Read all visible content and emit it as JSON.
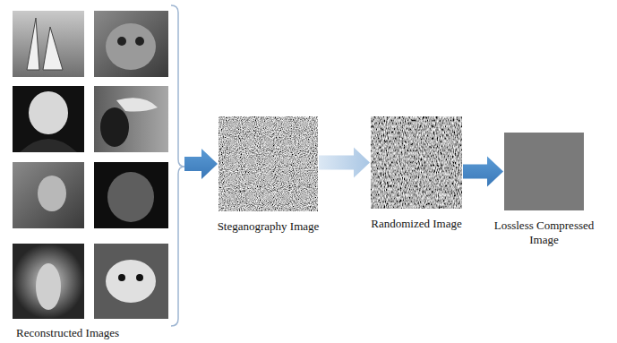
{
  "diagram": {
    "nodes": [
      {
        "text": [
          "Reconstructed Images"
        ]
      },
      {
        "text": [
          "Steganography Image"
        ]
      },
      {
        "text": [
          "Randomized Image"
        ]
      },
      {
        "text": [
          "Lossless Compressed Image"
        ]
      }
    ],
    "edges": [
      {
        "from": 0,
        "to": 1,
        "arrow": "to"
      },
      {
        "from": 1,
        "to": 2,
        "arrow": "to"
      },
      {
        "from": 2,
        "to": 3,
        "arrow": "to"
      }
    ]
  }
}
